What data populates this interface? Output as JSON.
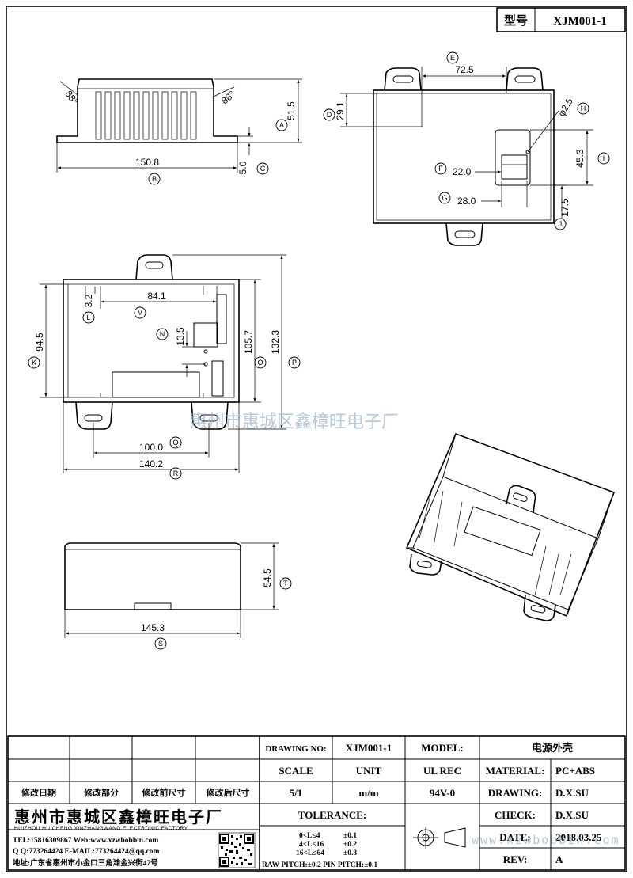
{
  "header": {
    "model_label": "型号",
    "model_value": "XJM001-1"
  },
  "dimensions": {
    "d_88_left": "88°",
    "d_88_right": "88°",
    "height_51_5": "51.5",
    "width_150_8": "150.8",
    "flange_5_0": "5.0",
    "d_72_5": "72.5",
    "d_29_1": "29.1",
    "d_2_5": "φ2.5",
    "d_45_3": "45.3",
    "d_22_0": "22.0",
    "d_28_0": "28.0",
    "d_17_5": "17.5",
    "d_3_2": "3.2",
    "d_84_1": "84.1",
    "d_13_5": "13.5",
    "d_94_5": "94.5",
    "d_105_7": "105.7",
    "d_132_3": "132.3",
    "d_100_0": "100.0",
    "d_140_2": "140.2",
    "d_54_5": "54.5",
    "d_145_3": "145.3"
  },
  "balloons": {
    "A": "A",
    "B": "B",
    "C": "C",
    "D": "D",
    "E": "E",
    "F": "F",
    "G": "G",
    "H": "H",
    "I": "I",
    "J": "J",
    "K": "K",
    "L": "L",
    "M": "M",
    "N": "N",
    "O": "O",
    "P": "P",
    "Q": "Q",
    "R": "R",
    "S": "S",
    "T": "T"
  },
  "watermark": {
    "company_cn": "惠州市惠城区鑫樟旺电子厂",
    "url": "www.xzwbobbin.com"
  },
  "title_block": {
    "revision_headers": [
      "修改日期",
      "修改部分",
      "修改前尺寸",
      "修改后尺寸"
    ],
    "company_cn": "惠州市惠城区鑫樟旺电子厂",
    "company_en": "HUIZHOU HUICHENG XINZHANGWANG ELECTRONIC FACTORY",
    "tel_line": "TEL:15816309867 Web:www.xzwbobbin.com",
    "qq_line": "Q Q:773264424 E-MAIL:773264424@qq.com",
    "addr_line": "地址:广东省惠州市小金口三角滩金兴街47号",
    "drawing_no_label": "DRAWING NO:",
    "drawing_no": "XJM001-1",
    "model_label": "MODEL:",
    "model": "电源外壳",
    "scale_label": "SCALE",
    "unit_label": "UNIT",
    "ul_label": "UL REC",
    "scale": "5/1",
    "unit": "m/m",
    "ul": "94V-0",
    "material_label": "MATERIAL:",
    "material": "PC+ABS",
    "drawing_label": "DRAWING:",
    "drawing": "D.X.SU",
    "check_label": "CHECK:",
    "check": "D.X.SU",
    "date_label": "DATE:",
    "date": "2018.03.25",
    "rev_label": "REV:",
    "rev": "A",
    "tolerance_label": "TOLERANCE:",
    "tol_1_range": "0<L≤4",
    "tol_1_value": "±0.1",
    "tol_2_range": "4<L≤16",
    "tol_2_value": "±0.2",
    "tol_3_range": "16<L≤64",
    "tol_3_value": "±0.3",
    "pitch_line": "RAW PITCH:±0.2 PIN PITCH:±0.1"
  }
}
